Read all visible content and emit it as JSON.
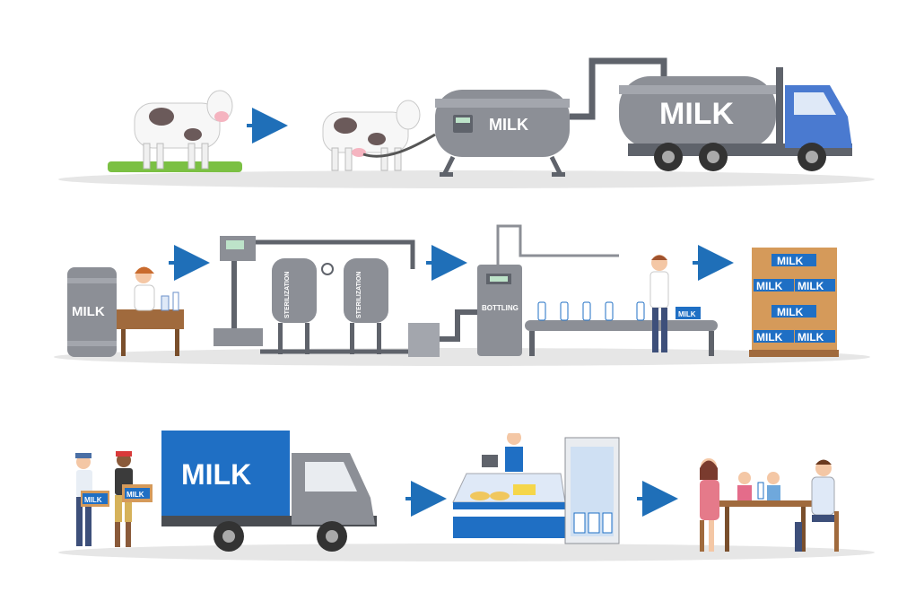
{
  "labels": {
    "milk_tank": "MILK",
    "milk_tanker_truck": "MILK",
    "storage_tank": "MILK",
    "sterilization_1": "STERILIZATION",
    "sterilization_2": "STERILIZATION",
    "bottling": "BOTTLING",
    "worker_box": "MILK",
    "crate_1": "MILK",
    "crate_2": "MILK",
    "crate_3": "MILK",
    "crate_4": "MILK",
    "crate_5": "MILK",
    "crate_6": "MILK",
    "loader_box_1": "MILK",
    "loader_box_2": "MILK",
    "delivery_truck": "MILK"
  },
  "colors": {
    "arrow": "#1f6fb8",
    "milk_blue": "#1f6fc4",
    "steel": "#8c8f96",
    "steel_dark": "#5f636b",
    "ground": "#e6e6e6",
    "grass": "#7bc043",
    "crate": "#d59a5a",
    "truck_cab": "#4a7ad0"
  },
  "icons": {
    "cow": "cow-icon",
    "arrow": "arrow-right-icon",
    "tank": "tank-icon",
    "truck": "truck-icon",
    "person": "person-icon",
    "crates": "crate-icon",
    "shop": "shop-counter-icon",
    "family": "family-table-icon"
  }
}
